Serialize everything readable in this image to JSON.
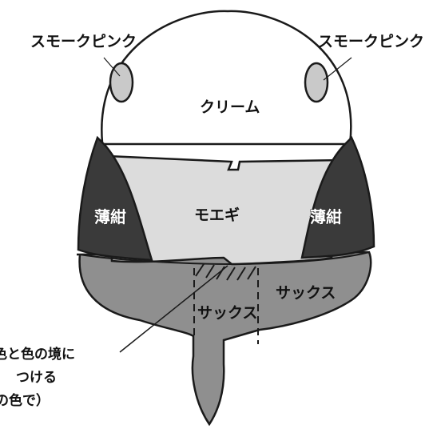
{
  "labels": {
    "pink_left": "スモークピンク",
    "pink_right": "スモークピンク",
    "cream": "クリーム",
    "navy_left": "薄紺",
    "navy_right": "薄紺",
    "moegi": "モエギ",
    "sax_right": "サックス",
    "sax_center": "サックス",
    "note_line1": "色と色の境に",
    "note_line2": "つける",
    "note_line3": "の色で）"
  },
  "colors": {
    "cream": "#ffffff",
    "smoke_pink": "#c9c9c9",
    "navy": "#3a3a3a",
    "moegi": "#dcdcdc",
    "sax": "#8f8f8f",
    "outline": "#1a1a1a"
  }
}
